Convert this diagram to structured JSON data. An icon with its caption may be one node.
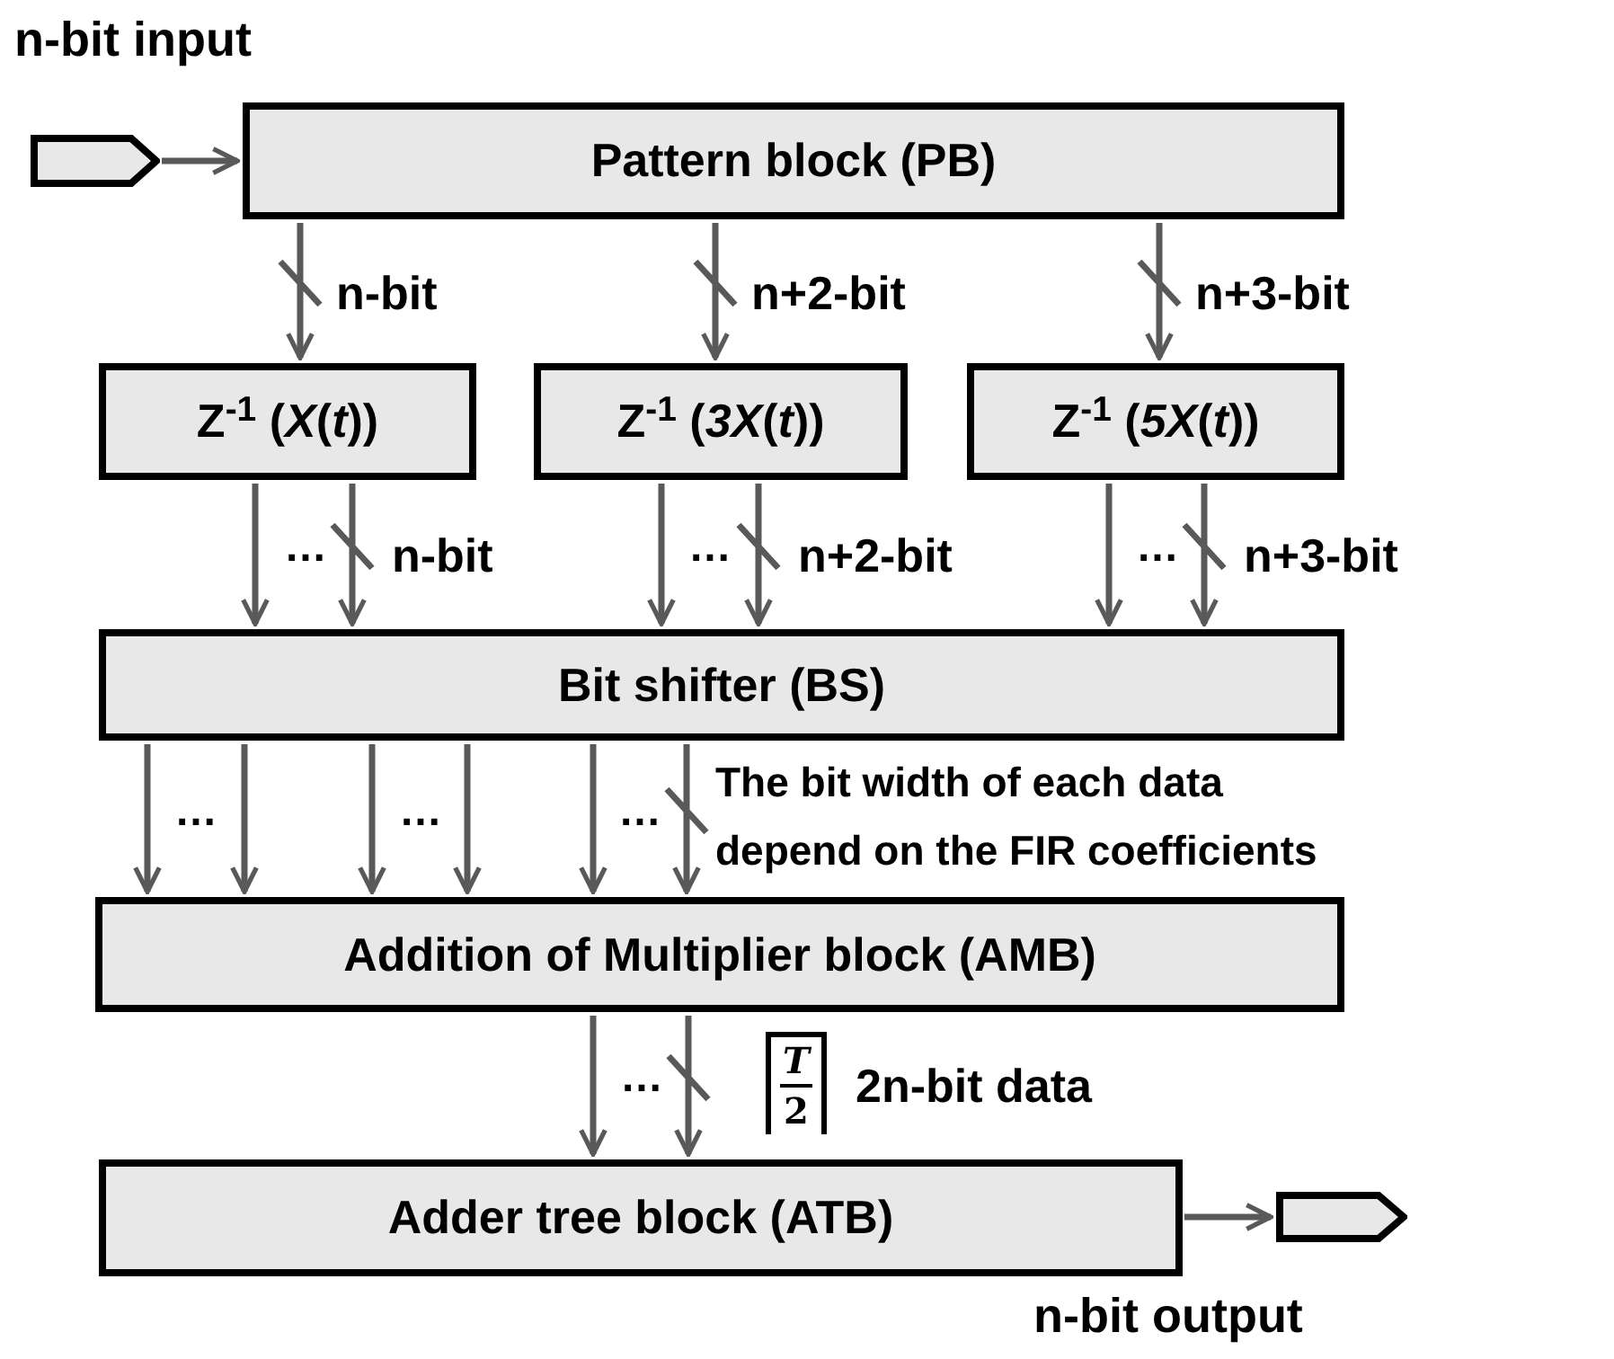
{
  "diagram": {
    "nodes": [
      {
        "text": [],
        "shape": "pentagon"
      },
      {
        "text": [
          "Pattern block (PB)"
        ]
      },
      {
        "text": [
          "Z$^{-1}$ (*X*(*t*))"
        ]
      },
      {
        "text": [
          "Z$^{-1}$ (*3X*(*t*))"
        ]
      },
      {
        "text": [
          "Z$^{-1}$ (*5X*(*t*))"
        ]
      },
      {
        "text": [
          "Bit shifter (BS)"
        ]
      },
      {
        "text": [
          "Addition of Multiplier block (AMB)"
        ]
      },
      {
        "text": [
          "Adder tree block (ATB)"
        ]
      },
      {
        "text": [],
        "shape": "pentagon"
      }
    ],
    "edges": [
      {
        "from": 0,
        "to": 1,
        "arrow": "to"
      },
      {
        "from": 1,
        "to": 2,
        "arrow": "to",
        "label": "n-bit"
      },
      {
        "from": 1,
        "to": 3,
        "arrow": "to",
        "label": "n+2-bit"
      },
      {
        "from": 1,
        "to": 4,
        "arrow": "to",
        "label": "n+3-bit"
      },
      {
        "from": 2,
        "to": 5,
        "arrow": "to"
      },
      {
        "from": 2,
        "to": 5,
        "arrow": "to",
        "label": "n-bit"
      },
      {
        "from": 3,
        "to": 5,
        "arrow": "to"
      },
      {
        "from": 3,
        "to": 5,
        "arrow": "to",
        "label": "n+2-bit"
      },
      {
        "from": 4,
        "to": 5,
        "arrow": "to"
      },
      {
        "from": 4,
        "to": 5,
        "arrow": "to",
        "label": "n+3-bit"
      },
      {
        "from": 5,
        "to": 6,
        "arrow": "to"
      },
      {
        "from": 5,
        "to": 6,
        "arrow": "to"
      },
      {
        "from": 5,
        "to": 6,
        "arrow": "to"
      },
      {
        "from": 5,
        "to": 6,
        "arrow": "to"
      },
      {
        "from": 5,
        "to": 6,
        "arrow": "to"
      },
      {
        "from": 5,
        "to": 6,
        "arrow": "to"
      },
      {
        "from": 6,
        "to": 7,
        "arrow": "to"
      },
      {
        "from": 6,
        "to": 7,
        "arrow": "to",
        "label": "2n-bit data"
      },
      {
        "from": 7,
        "to": 8,
        "arrow": "to"
      }
    ],
    "labels": [
      "n-bit input",
      "…",
      "…",
      "…",
      "…",
      "…",
      "…",
      "The bit width of each data depend on the FIR coefficients",
      "…",
      "T",
      "2",
      "n-bit output"
    ]
  }
}
